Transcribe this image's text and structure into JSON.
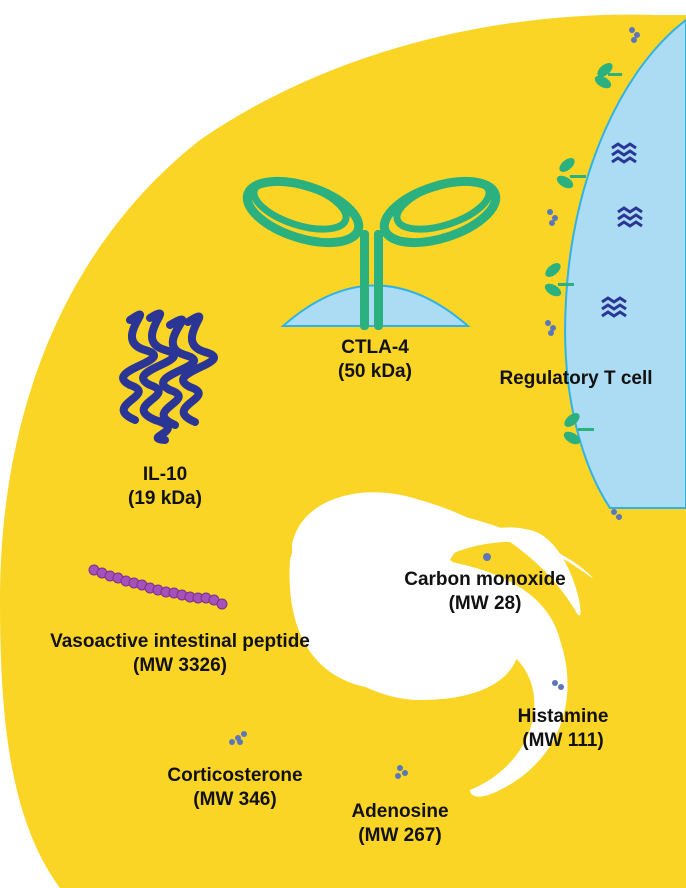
{
  "labels": {
    "ctla4": {
      "name": "CTLA-4",
      "size": "(50 kDa)"
    },
    "treg": {
      "name": "Regulatory T cell"
    },
    "il10": {
      "name": "IL-10",
      "size": "(19 kDa)"
    },
    "co": {
      "name": "Carbon monoxide",
      "size": "(MW 28)"
    },
    "vip": {
      "name": "Vasoactive intestinal peptide",
      "size": "(MW 3326)"
    },
    "histamine": {
      "name": "Histamine",
      "size": "(MW 111)"
    },
    "corticosterone": {
      "name": "Corticosterone",
      "size": "(MW 346)"
    },
    "adenosine": {
      "name": "Adenosine",
      "size": "(MW 267)"
    }
  },
  "colors": {
    "background": "#ffffff",
    "spiral": "#fbd525",
    "cell": "#abdcf3",
    "cell_edge": "#2fb3e6",
    "ctla4": "#2bb07f",
    "il10": "#2b3596",
    "vip": "#a651b9",
    "small_molecule": "#5b77b8"
  },
  "icons": [
    "ctla4-protein-icon",
    "il10-protein-icon",
    "vip-peptide-icon",
    "small-molecule-icon"
  ]
}
